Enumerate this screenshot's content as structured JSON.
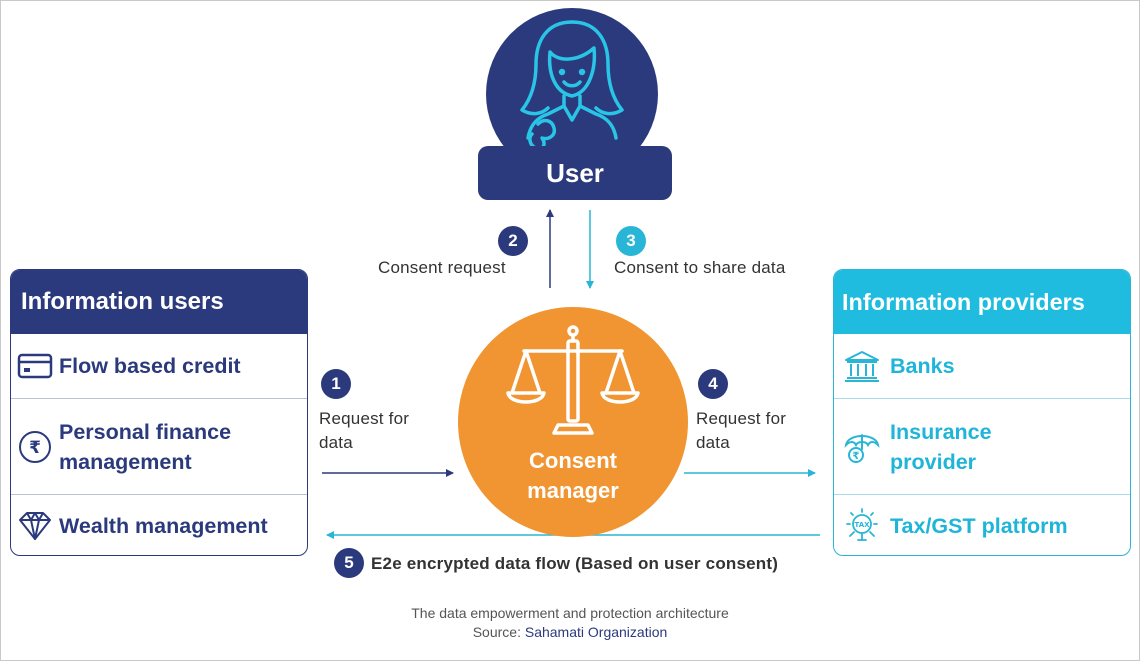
{
  "user": {
    "label": "User"
  },
  "consent_manager": {
    "line1": "Consent",
    "line2": "manager"
  },
  "steps": [
    {
      "number": "1",
      "line1": "Request for",
      "line2": "data"
    },
    {
      "number": "2",
      "text": "Consent request"
    },
    {
      "number": "3",
      "text": "Consent to share data"
    },
    {
      "number": "4",
      "line1": "Request for",
      "line2": "data"
    },
    {
      "number": "5",
      "text": "E2e encrypted data flow (Based on user consent)"
    }
  ],
  "information_users": {
    "title": "Information users",
    "items": [
      {
        "line1": "Flow based credit",
        "icon": "card-icon"
      },
      {
        "line1": "Personal finance",
        "line2": "management",
        "icon": "rupee-icon"
      },
      {
        "line1": "Wealth management",
        "icon": "diamond-icon"
      }
    ]
  },
  "information_providers": {
    "title": "Information providers",
    "items": [
      {
        "line1": "Banks",
        "icon": "bank-icon"
      },
      {
        "line1": "Insurance",
        "line2": "provider",
        "icon": "umbrella-icon"
      },
      {
        "line1": "Tax/GST platform",
        "icon": "tax-icon"
      }
    ]
  },
  "caption": {
    "line1": "The data empowerment and protection architecture",
    "source_prefix": "Source: ",
    "source_name": "Sahamati Organization"
  },
  "colors": {
    "navy": "#2b3a7c",
    "cyan": "#1fbcdf",
    "orange": "#f19532"
  }
}
